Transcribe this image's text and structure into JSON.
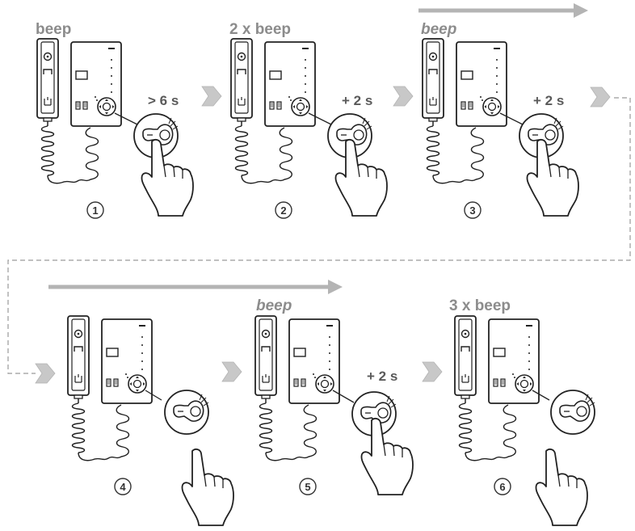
{
  "steps": [
    {
      "number": "1",
      "sound": "beep",
      "duration": "> 6 s",
      "italic": false
    },
    {
      "number": "2",
      "sound": "2 x beep",
      "duration": "+ 2 s",
      "italic": false
    },
    {
      "number": "3",
      "sound": "beep",
      "duration": "+ 2 s",
      "italic": true
    },
    {
      "number": "4",
      "sound": "",
      "duration": "",
      "italic": false
    },
    {
      "number": "5",
      "sound": "beep",
      "duration": "+ 2 s",
      "italic": true
    },
    {
      "number": "6",
      "sound": "3 x beep",
      "duration": "",
      "italic": false
    }
  ],
  "colors": {
    "line": "#222222",
    "label": "#8c8c8c",
    "arrow": "#b4b4b4",
    "chevron": "#c8c8c8",
    "dashed": "#9a9a9a"
  },
  "icons": [
    "intercom-handset-icon",
    "intercom-base-icon",
    "key-fob-icon",
    "hand-pointer-icon",
    "chevron-right-icon",
    "progress-arrow-icon"
  ]
}
